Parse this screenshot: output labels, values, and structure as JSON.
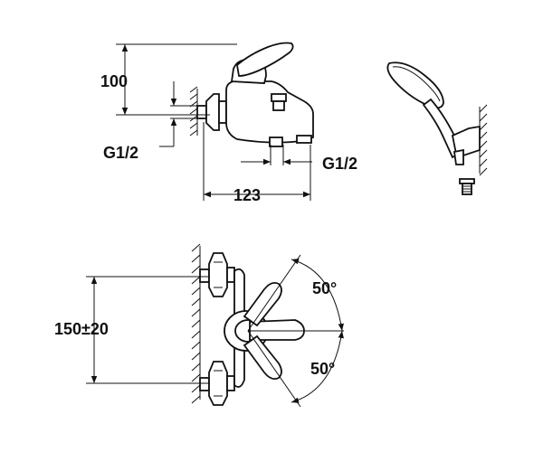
{
  "dimensions": {
    "height_top": "100",
    "thread_inlet": "G1/2",
    "thread_outlet": "G1/2",
    "width_projection": "123",
    "center_distance": "150±20",
    "angle_up": "50°",
    "angle_down": "50°"
  }
}
